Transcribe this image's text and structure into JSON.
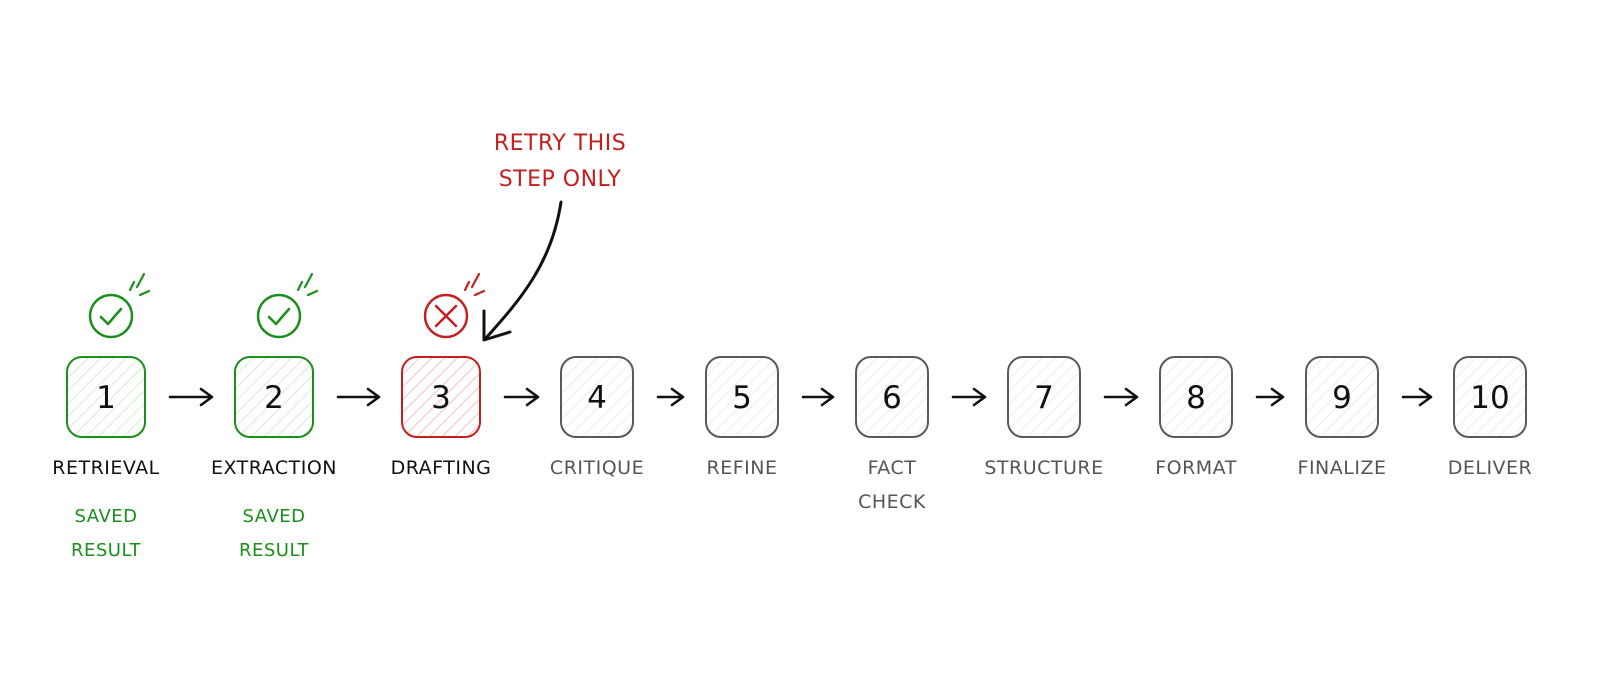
{
  "colors": {
    "done": "#1b8f1b",
    "done_fill": "#cdebcd",
    "failed": "#c41f1f",
    "failed_fill": "#f2bcbc",
    "pending": "#5a5a5a",
    "pending_fill": "#dcdcdc",
    "label_active": "#111111",
    "label_pending": "#555555",
    "arrow": "#111111"
  },
  "callout": {
    "lines": [
      "RETRY THIS",
      "STEP ONLY"
    ]
  },
  "steps": [
    {
      "number": "1",
      "label": [
        "RETRIEVAL"
      ],
      "status": "done",
      "note": [
        "SAVED",
        "RESULT"
      ]
    },
    {
      "number": "2",
      "label": [
        "EXTRACTION"
      ],
      "status": "done",
      "note": [
        "SAVED",
        "RESULT"
      ]
    },
    {
      "number": "3",
      "label": [
        "DRAFTING"
      ],
      "status": "failed",
      "note": []
    },
    {
      "number": "4",
      "label": [
        "CRITIQUE"
      ],
      "status": "pending",
      "note": []
    },
    {
      "number": "5",
      "label": [
        "REFINE"
      ],
      "status": "pending",
      "note": []
    },
    {
      "number": "6",
      "label": [
        "FACT",
        "CHECK"
      ],
      "status": "pending",
      "note": []
    },
    {
      "number": "7",
      "label": [
        "STRUCTURE"
      ],
      "status": "pending",
      "note": []
    },
    {
      "number": "8",
      "label": [
        "FORMAT"
      ],
      "status": "pending",
      "note": []
    },
    {
      "number": "9",
      "label": [
        "FINALIZE"
      ],
      "status": "pending",
      "note": []
    },
    {
      "number": "10",
      "label": [
        "DELIVER"
      ],
      "status": "pending",
      "note": []
    }
  ]
}
